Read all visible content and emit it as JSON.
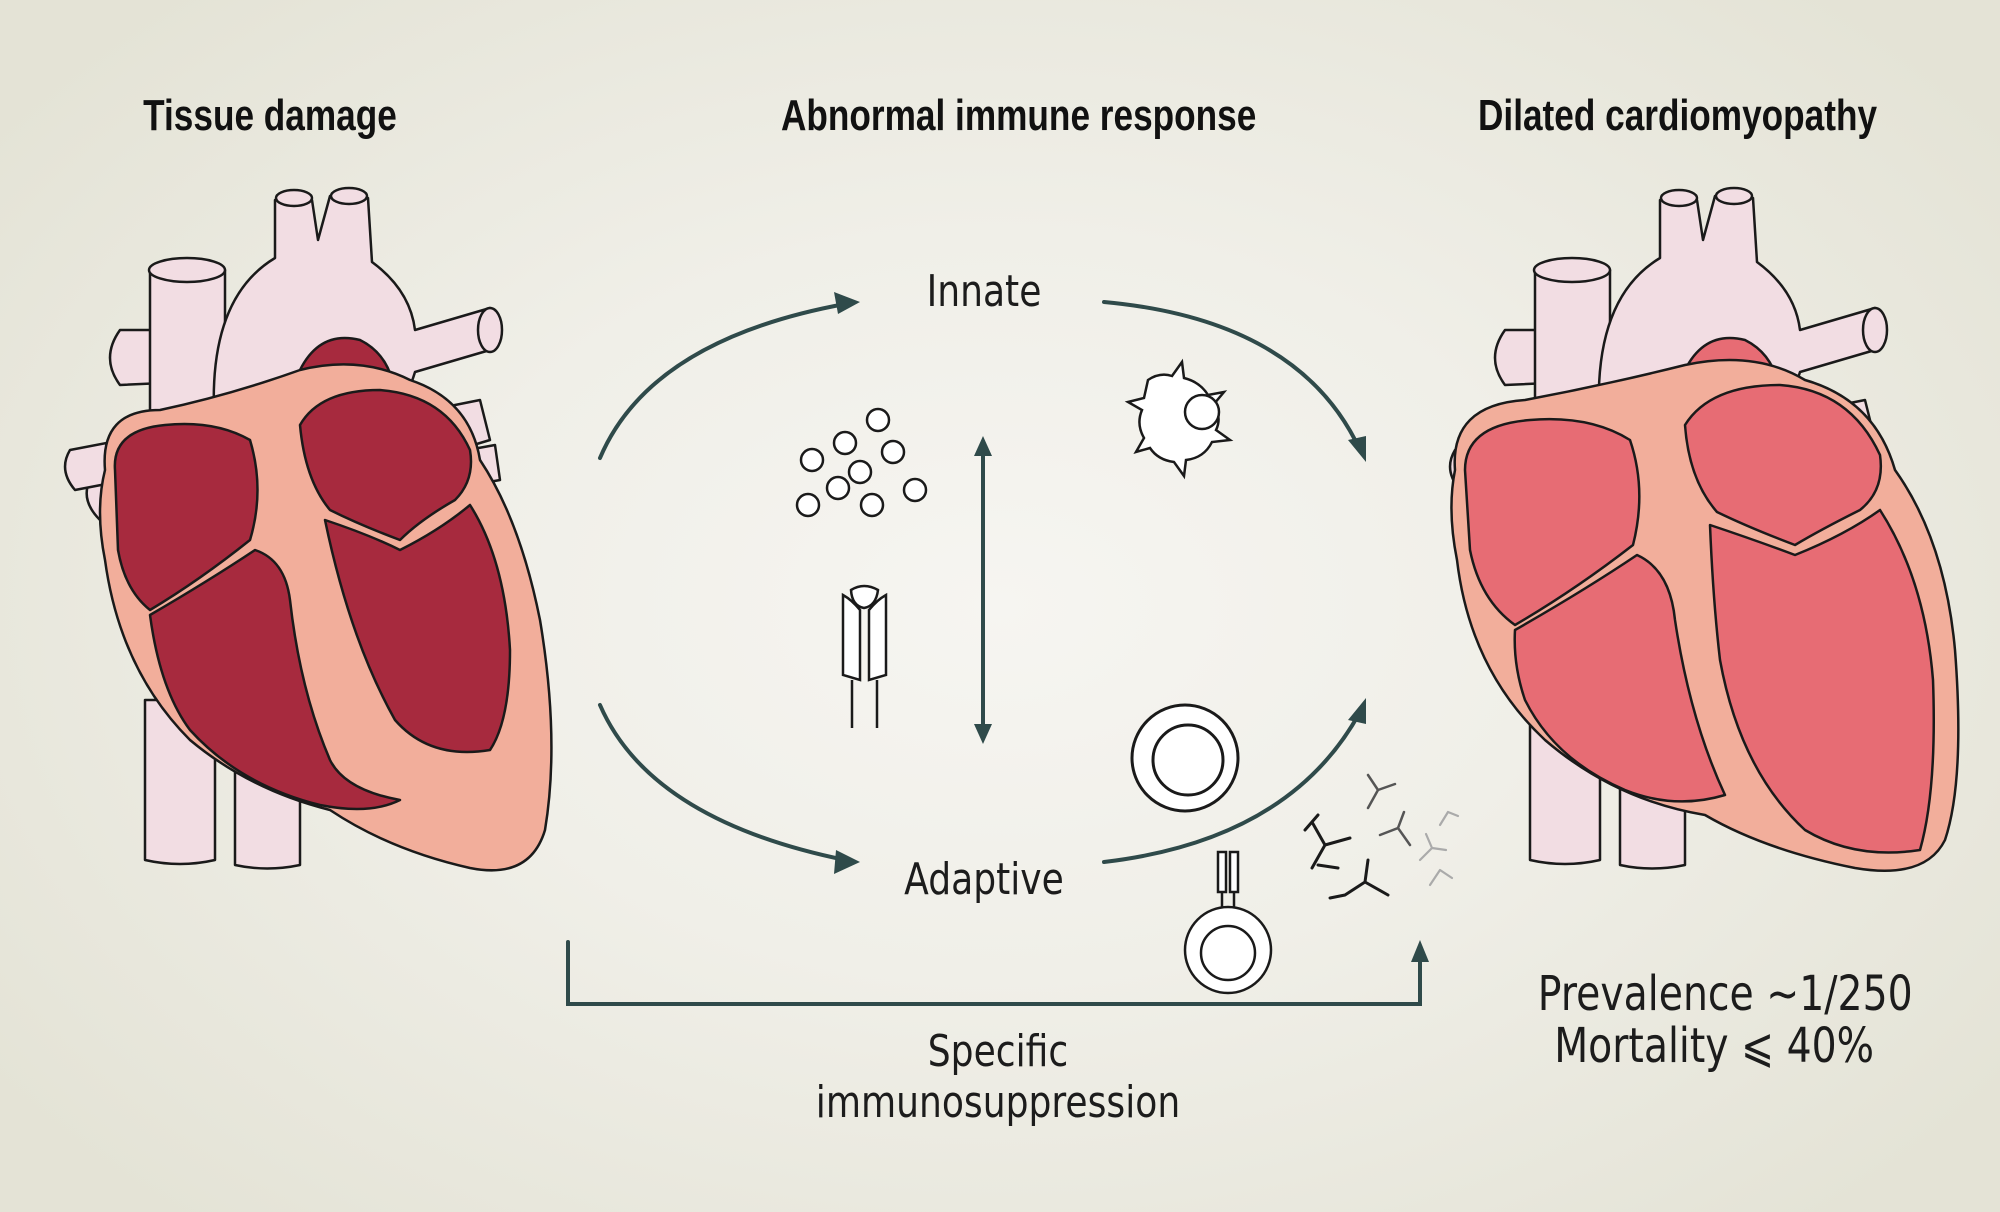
{
  "headings": {
    "left": "Tissue damage",
    "center": "Abnormal immune response",
    "right": "Dilated cardiomyopathy"
  },
  "cycle": {
    "top_label": "Innate",
    "bottom_label": "Adaptive"
  },
  "treatment": {
    "line1": "Specific",
    "line2": "immunosuppression"
  },
  "stats": {
    "prevalence": "Prevalence ~1/250",
    "mortality": "Mortality ⩽ 40%"
  },
  "colors": {
    "background": "#efeee6",
    "arrow": "#2f4a4a",
    "damaged_myocardium": "#a72a3e",
    "dilated_myocardium": "#e76c74",
    "heart_wall": "#f2ae9b",
    "vessels": "#f2dde3"
  },
  "icons": {
    "cytokines": "cytokine-particles-icon",
    "receptor": "receptor-icon",
    "macrophage": "macrophage-icon",
    "lymphocyte": "lymphocyte-icon",
    "b_cell": "b-cell-icon",
    "antibodies": "antibody-icon"
  }
}
